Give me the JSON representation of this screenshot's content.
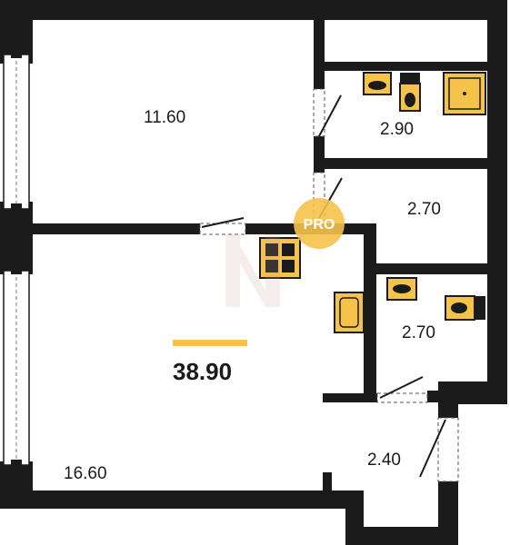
{
  "rooms": {
    "room_large_top": "11.60",
    "bathroom_top": "2.90",
    "storage": "2.70",
    "bathroom_mid": "2.70",
    "hall": "2.40",
    "room_large_bottom": "16.60"
  },
  "total_area": "38.90",
  "badge": "PRO",
  "colors": {
    "wall": "#1b1b1b",
    "fixture": "#f6c34a",
    "accent_bar": "#f6c34a",
    "badge": "#f6c34a"
  }
}
